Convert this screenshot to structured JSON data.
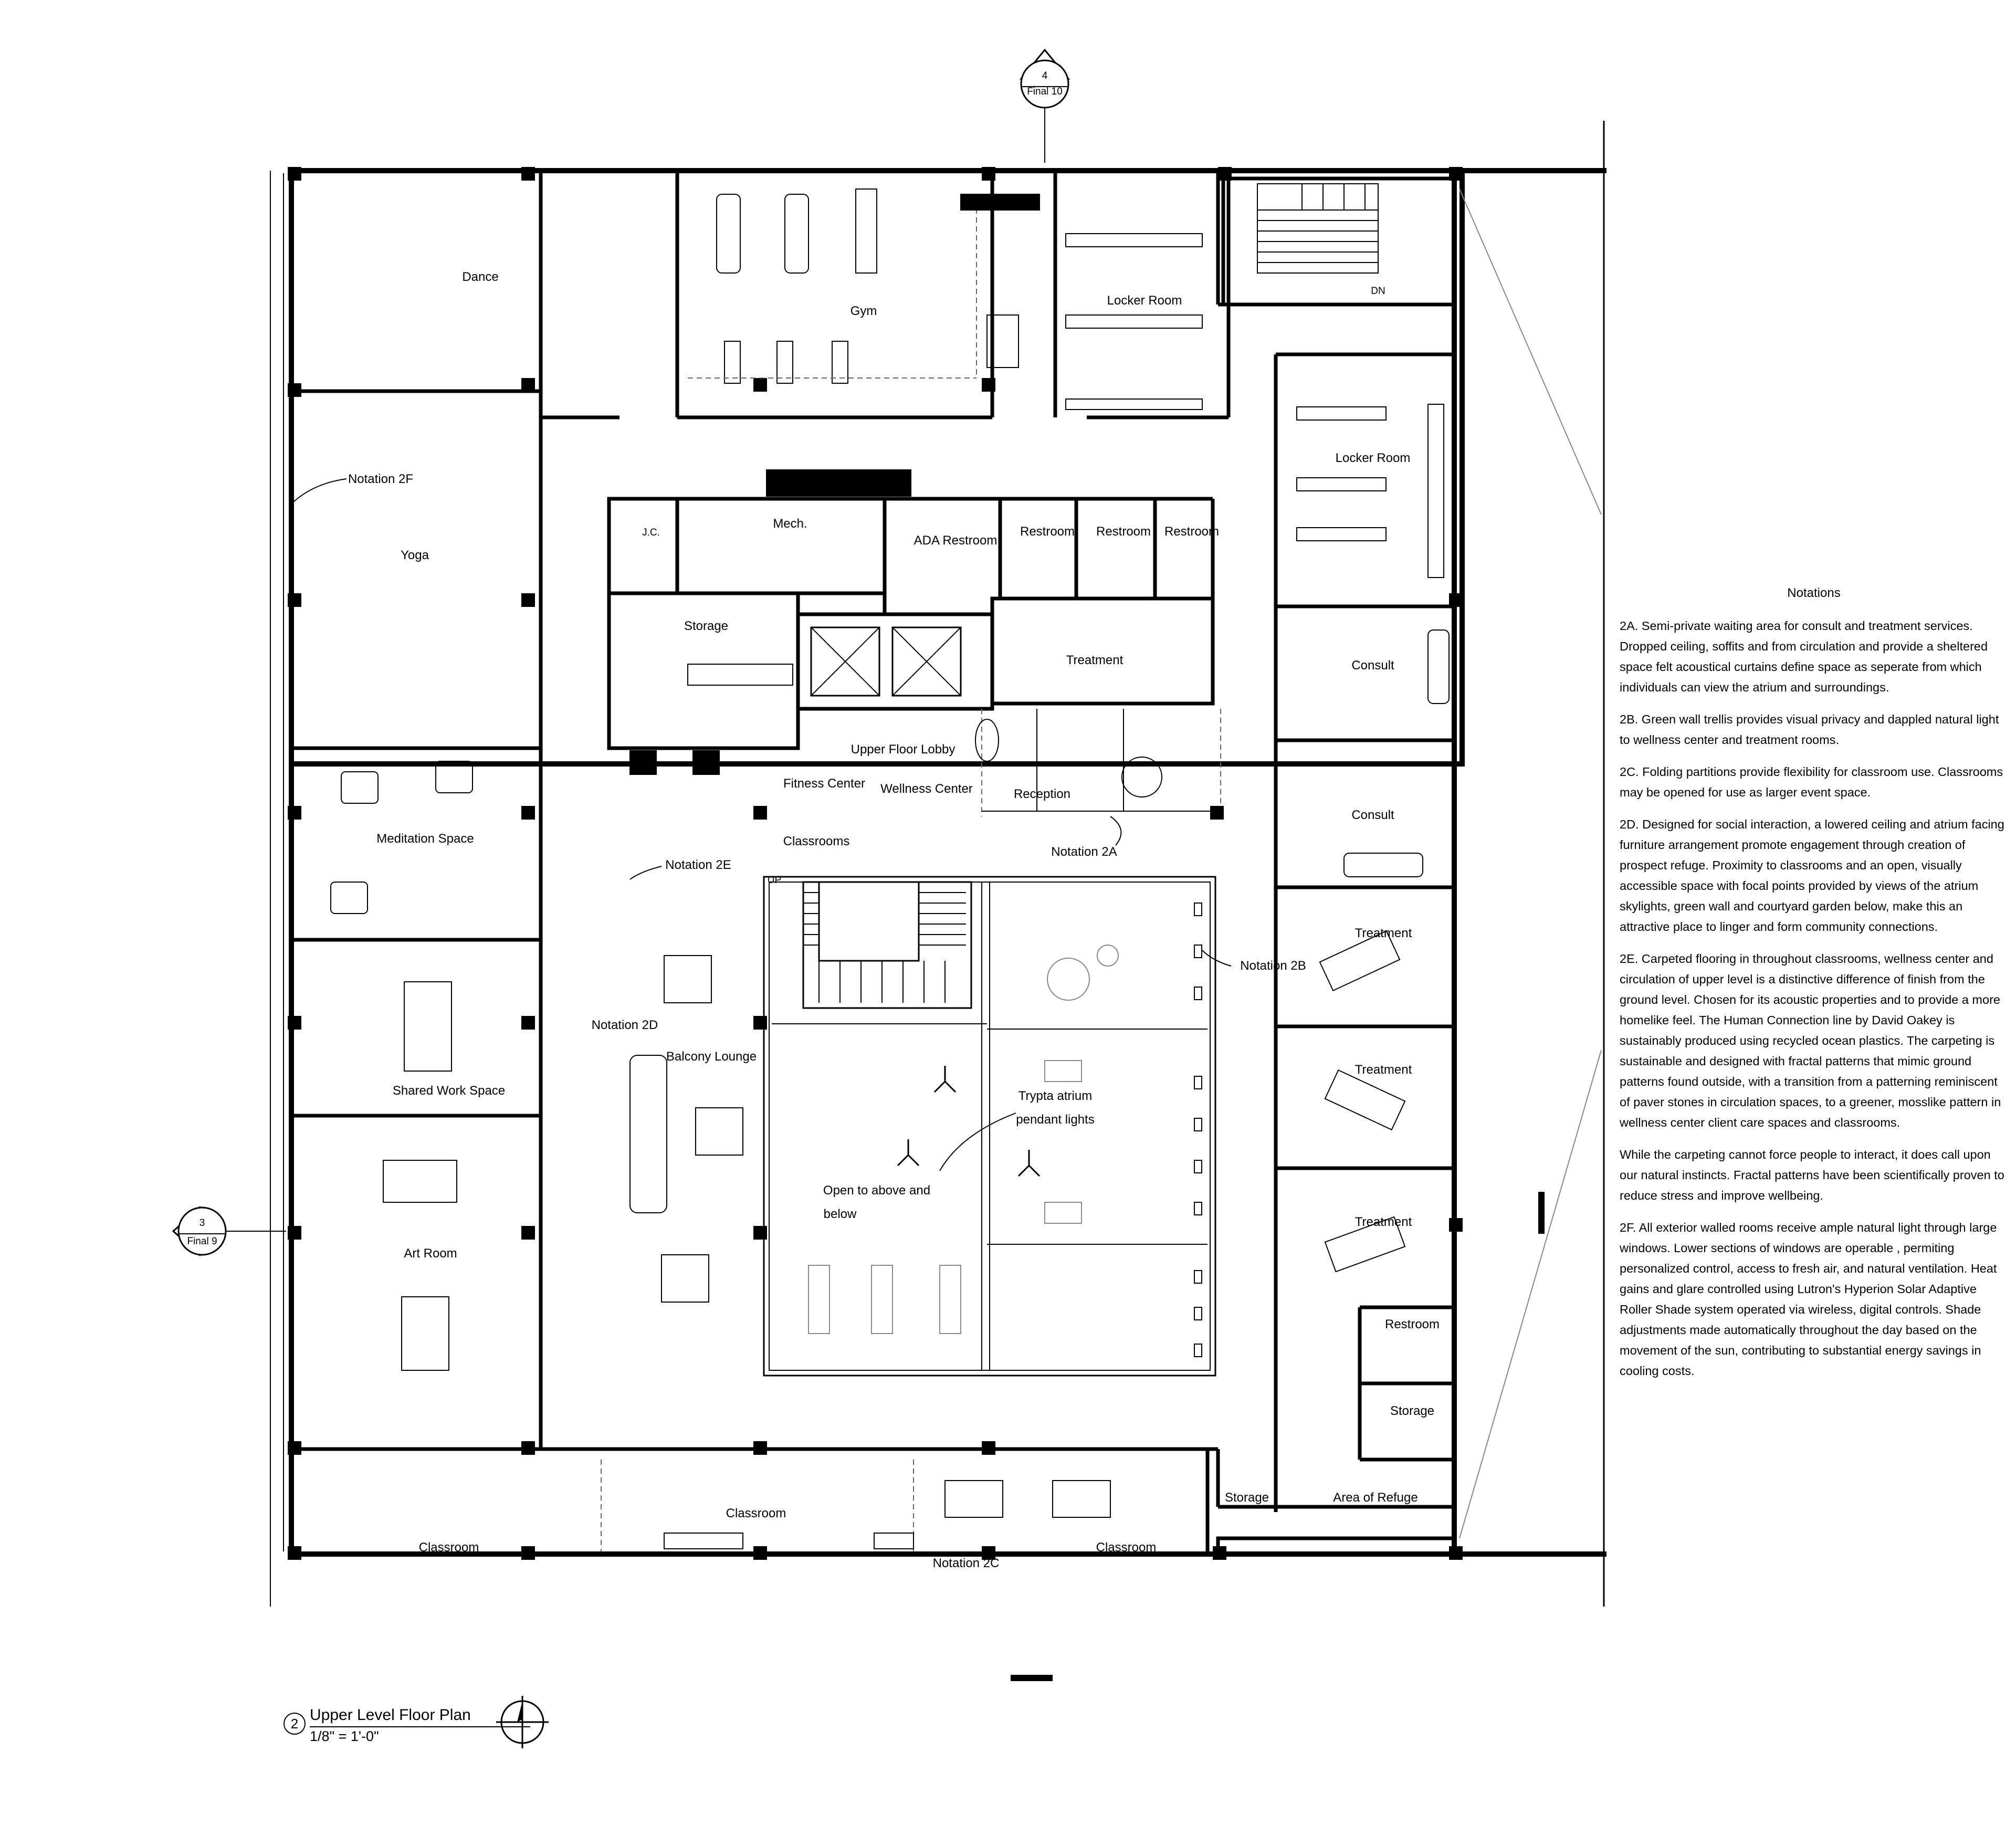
{
  "drawing": {
    "title": "Upper Level Floor Plan",
    "scale": "1/8\" = 1'-0\"",
    "number": "2"
  },
  "section_markers": [
    {
      "id": "north",
      "number": "4",
      "sheet": "Final 10"
    },
    {
      "id": "west",
      "number": "3",
      "sheet": "Final 9"
    }
  ],
  "rooms": {
    "dance": "Dance",
    "gym": "Gym",
    "locker_room_1": "Locker Room",
    "locker_room_2": "Locker Room",
    "yoga": "Yoga",
    "meditation": "Meditation Space",
    "shared_work": "Shared Work Space",
    "art_room": "Art Room",
    "classroom_1": "Classroom",
    "classroom_2": "Classroom",
    "classroom_3": "Classroom",
    "jc": "J.C.",
    "mech": "Mech.",
    "ada_restroom": "ADA Restroom",
    "restroom_1": "Restroom",
    "restroom_2": "Restroom",
    "restroom_3": "Restroom",
    "storage_1": "Storage",
    "treatment_center": "Treatment",
    "upper_lobby": "Upper Floor Lobby",
    "reception": "Reception",
    "wellness_center": "Wellness Center",
    "fitness_center": "Fitness Center",
    "classrooms_arrow": "Classrooms",
    "balcony_lounge": "Balcony Lounge",
    "open_above_1": "Open to above and",
    "open_above_2": "below",
    "pendant_1": "Trypta atrium",
    "pendant_2": "pendant lights",
    "consult_1": "Consult",
    "consult_2": "Consult",
    "treatment_1": "Treatment",
    "treatment_2": "Treatment",
    "treatment_3": "Treatment",
    "restroom_east": "Restroom",
    "storage_east": "Storage",
    "storage_south": "Storage",
    "area_refuge": "Area of Refuge",
    "dn": "DN",
    "up": "UP"
  },
  "notation_labels": {
    "n2f": "Notation 2F",
    "n2e": "Notation 2E",
    "n2d": "Notation 2D",
    "n2a": "Notation 2A",
    "n2b": "Notation 2B",
    "n2c": "Notation 2C"
  },
  "notes": {
    "title": "Notations",
    "items": [
      "2A. Semi-private waiting area for consult and treatment services. Dropped ceiling, soffits and from circulation and provide a sheltered space felt acoustical curtains define space as seperate from which individuals can view the atrium and surroundings.",
      "2B. Green wall trellis provides visual privacy and dappled natural light to wellness center and treatment rooms.",
      "2C. Folding partitions provide flexibility for classroom use. Classrooms may be opened for use as larger event space.",
      "2D. Designed for social interaction, a lowered ceiling and atrium facing furniture arrangement promote engagement through creation of prospect refuge. Proximity to classrooms and an open, visually accessible space with focal points provided by views of the atrium skylights, green wall and courtyard garden below, make this an attractive place to linger and form community connections.",
      "2E. Carpeted flooring in throughout classrooms, wellness center and circulation of upper level is a distinctive difference of finish from the ground level. Chosen for its acoustic properties and to provide a more homelike feel. The Human Connection line by David Oakey is sustainably produced using recycled ocean plastics. The carpeting is sustainable and designed with fractal patterns that mimic ground patterns found outside, with a transition from a patterning reminiscent of paver stones in circulation spaces, to a greener, mosslike pattern in wellness center client care spaces and classrooms.",
      "While the carpeting cannot force people to interact, it does call upon our natural instincts. Fractal patterns have been scientifically proven to reduce stress and improve wellbeing.",
      "2F. All exterior walled rooms receive ample natural light through large windows. Lower sections of windows are operable , permiting personalized control, access to fresh air, and natural ventilation. Heat gains and glare controlled using Lutron's Hyperion Solar Adaptive Roller Shade system operated via wireless, digital controls. Shade adjustments made automatically throughout the day based on the movement of the sun, contributing to substantial energy savings in cooling costs."
    ]
  }
}
